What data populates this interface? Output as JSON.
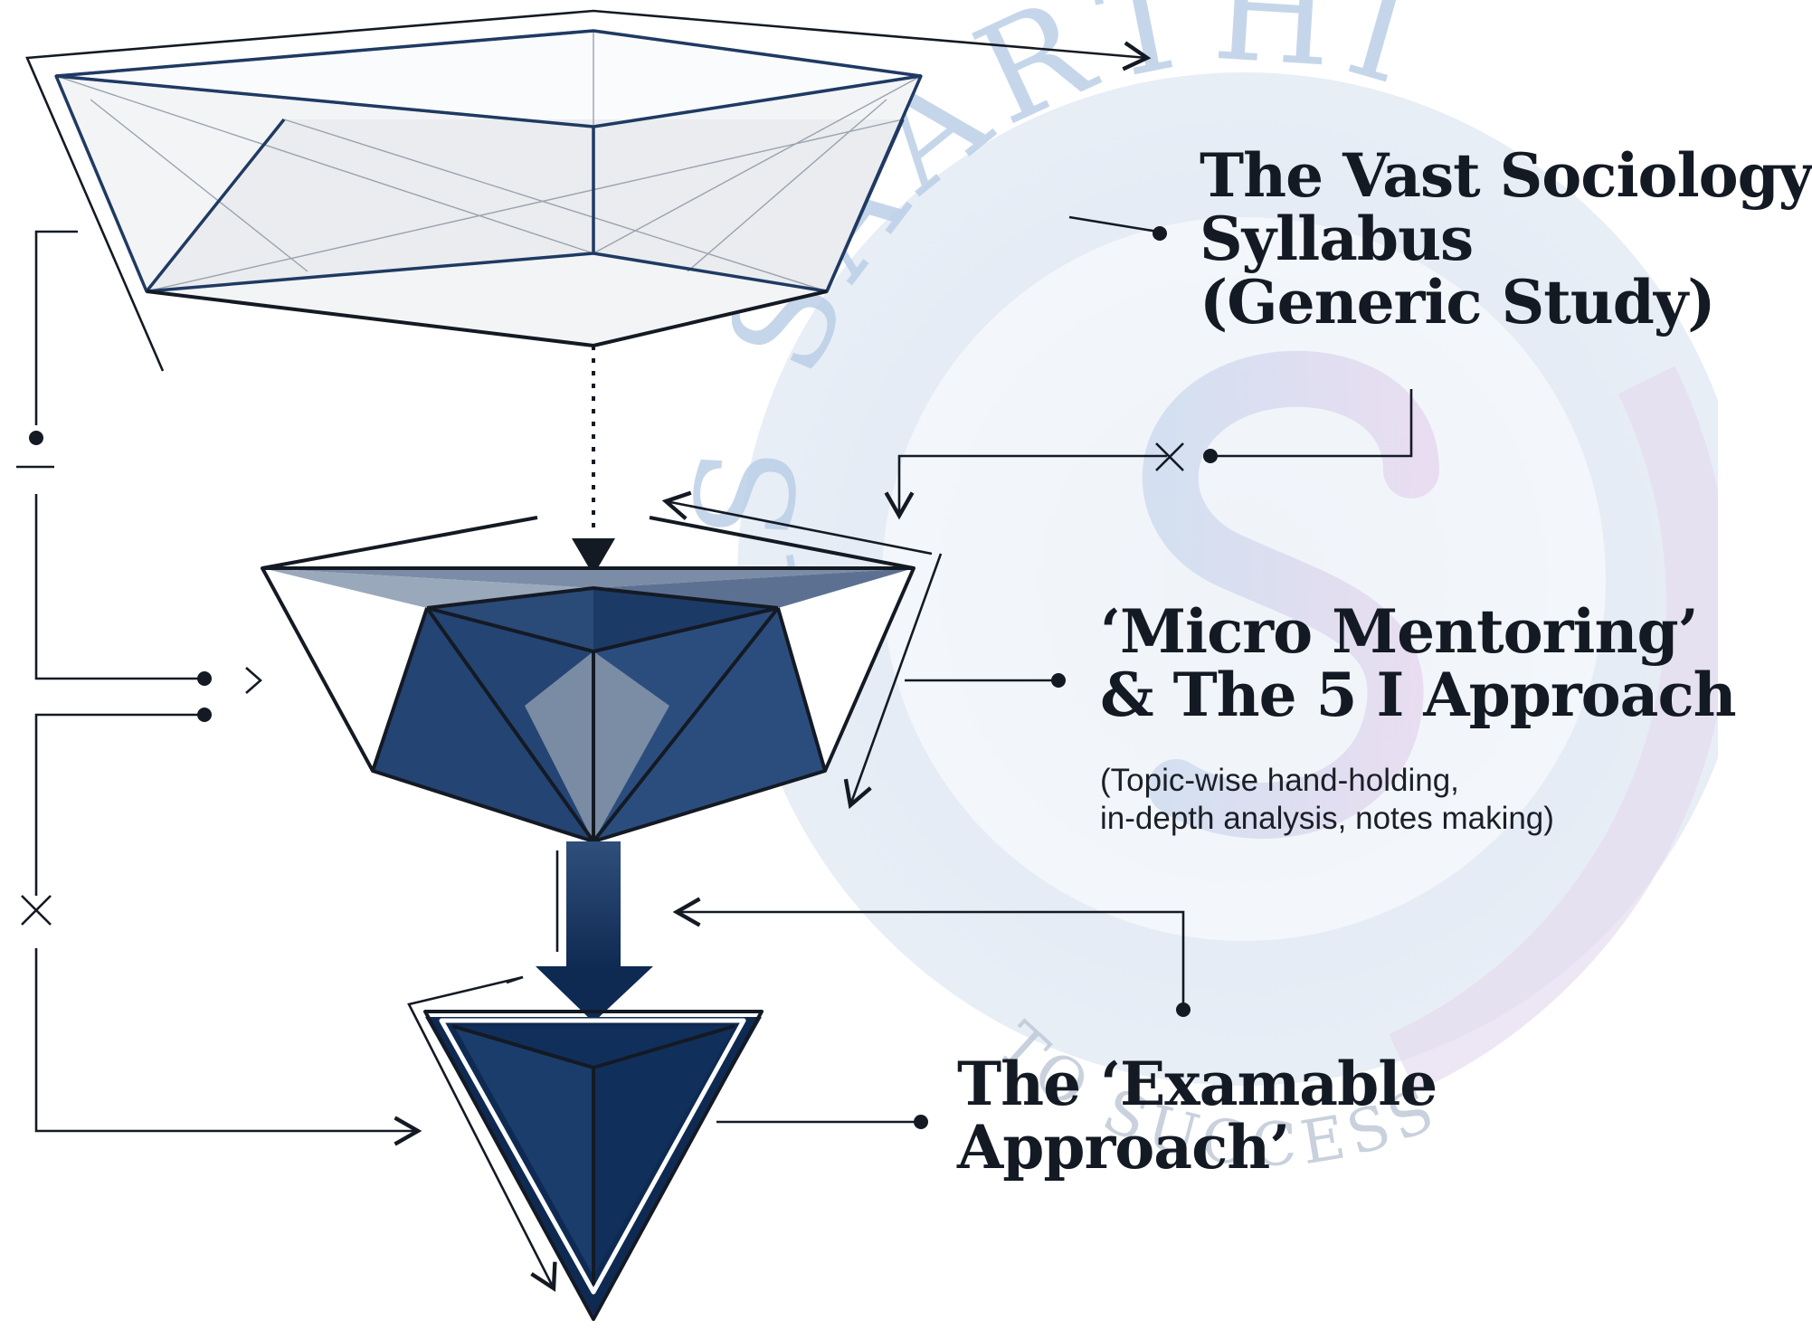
{
  "watermark": {
    "brand_text": "AS SAARTHI",
    "motto_text": "TO SUCCESS",
    "colors": {
      "blue": "#c9dcef",
      "lilac": "#e3d8ee",
      "ring": "#dde7f3"
    }
  },
  "stages": [
    {
      "id": "vast",
      "title_lines": [
        "The Vast Sociology",
        "Syllabus",
        "(Generic Study)"
      ],
      "subtitle_lines": []
    },
    {
      "id": "micro",
      "title_lines": [
        "‘Micro Mentoring’",
        "& The 5 I Approach"
      ],
      "subtitle_lines": [
        "(Topic-wise hand-holding,",
        "in-depth analysis, notes making)"
      ]
    },
    {
      "id": "examable",
      "title_lines": [
        "The ‘Examable",
        "Approach’"
      ],
      "subtitle_lines": []
    }
  ],
  "colors": {
    "navy": "#112c55",
    "navy_mid": "#2f5485",
    "navy_light": "#7d8ea7",
    "outline": "#141a24",
    "pale_fill": "#eef0f3"
  },
  "icons": [
    "arrow-head-icon",
    "cross-icon",
    "chevron-right-icon",
    "dot-connector-icon"
  ]
}
